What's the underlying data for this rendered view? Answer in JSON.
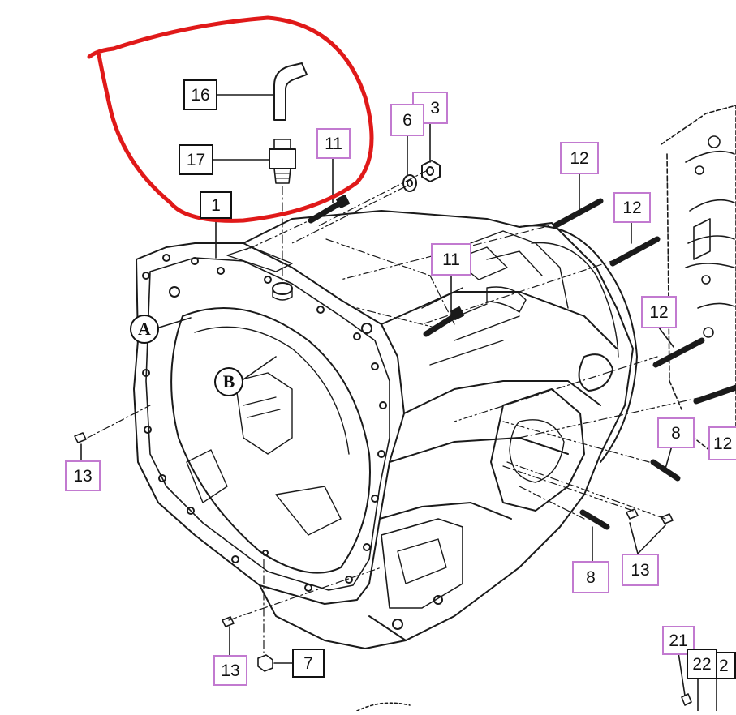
{
  "colors": {
    "ink": "#111111",
    "callout_purple": "#c27ad0",
    "annotation_red": "#e01919"
  },
  "labels": {
    "l16": "16",
    "l17": "17",
    "l1": "1",
    "l11a": "11",
    "l6": "6",
    "l3": "3",
    "l12a": "12",
    "l12b": "12",
    "l12c": "12",
    "l12d": "12",
    "l11b": "11",
    "l13a": "13",
    "l8a": "8",
    "l8b": "8",
    "l13b": "13",
    "l13c": "13",
    "l7": "7",
    "l21": "21",
    "l22": "22",
    "l2x": "2"
  },
  "markers": {
    "a": "A",
    "b": "B"
  },
  "icons": [
    "hose-part-icon",
    "fitting-part-icon",
    "bolt-icon",
    "stud-icon",
    "pin-icon",
    "nut-icon",
    "washer-icon",
    "plug-icon"
  ]
}
